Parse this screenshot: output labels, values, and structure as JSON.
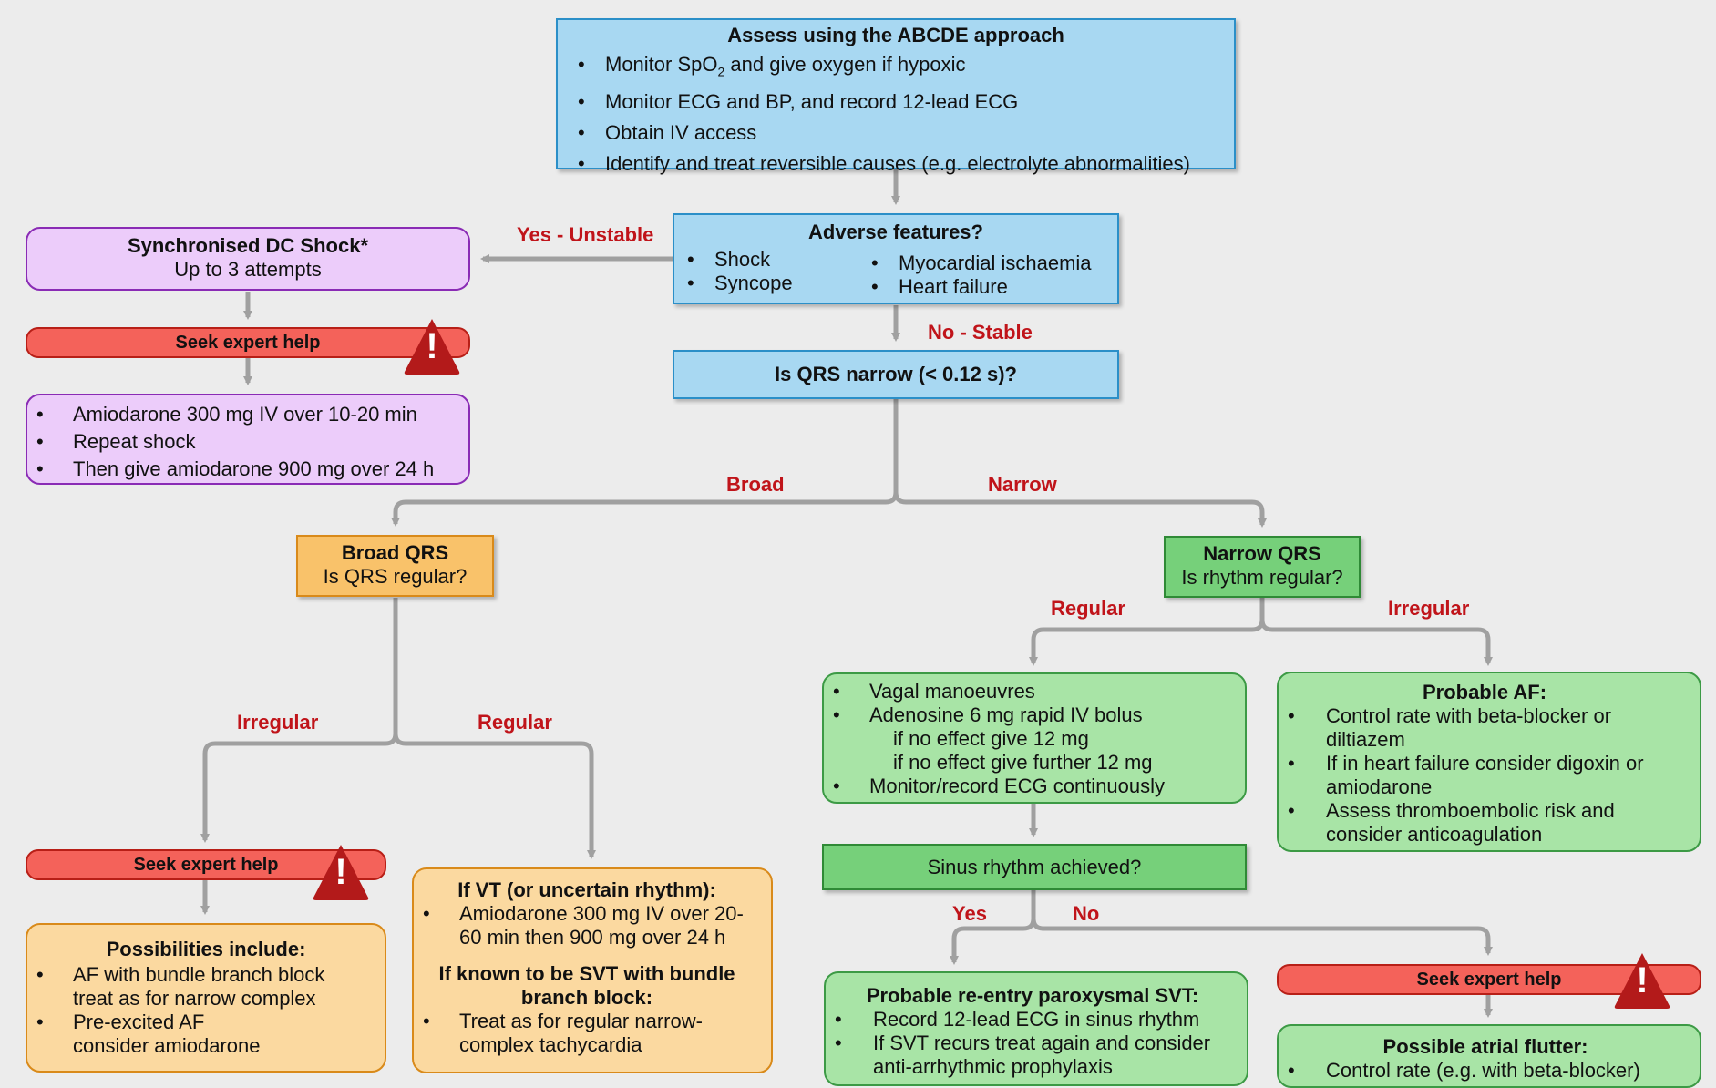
{
  "assess": {
    "title": "Assess using the ABCDE approach",
    "items": [
      {
        "pre": "Monitor SpO",
        "sub": "2",
        "post": " and give oxygen if hypoxic"
      },
      "Monitor ECG and BP, and record 12-lead ECG",
      "Obtain IV access",
      "Identify and treat reversible causes (e.g. electrolyte abnormalities)"
    ]
  },
  "adverse": {
    "title": "Adverse features?",
    "col1": [
      "Shock",
      "Syncope"
    ],
    "col2": [
      "Myocardial ischaemia",
      "Heart failure"
    ]
  },
  "qrs_question": "Is QRS narrow (< 0.12 s)?",
  "shock": {
    "title": "Synchronised DC Shock*",
    "subtitle": "Up to 3 attempts"
  },
  "seek_help": "Seek expert help",
  "warning_glyph": "!",
  "amiodarone": [
    "Amiodarone 300 mg IV over 10-20 min",
    "Repeat shock",
    "Then give amiodarone 900 mg over 24 h"
  ],
  "labels": {
    "yes_unstable": "Yes - Unstable",
    "no_stable": "No - Stable",
    "broad": "Broad",
    "narrow": "Narrow",
    "irregular": "Irregular",
    "regular": "Regular",
    "yes": "Yes",
    "no": "No"
  },
  "broad_qrs": {
    "title": "Broad QRS",
    "subtitle": "Is QRS regular?"
  },
  "narrow_qrs": {
    "title": "Narrow QRS",
    "subtitle": "Is rhythm regular?"
  },
  "possibilities": {
    "title": "Possibilities include:",
    "items": [
      {
        "line1": "AF with bundle branch block",
        "line2": "treat as for narrow complex"
      },
      {
        "line1": "Pre-excited AF",
        "line2": "consider amiodarone"
      }
    ]
  },
  "vt": {
    "title": "If VT (or uncertain rhythm):",
    "item": "Amiodarone 300 mg IV over 20-60 min then 900 mg over 24 h",
    "title2": "If known to be SVT with bundle branch block:",
    "item2": "Treat as for regular narrow-complex tachycardia"
  },
  "vagal": {
    "item1": "Vagal manoeuvres",
    "item2": "Adenosine 6 mg rapid IV bolus",
    "sub1": "if no effect give 12 mg",
    "sub2": "if no effect give further 12 mg",
    "item3": "Monitor/record ECG continuously"
  },
  "af": {
    "title": "Probable AF:",
    "items": [
      "Control rate with beta-blocker or diltiazem",
      "If in heart failure consider digoxin or amiodarone",
      "Assess thromboembolic risk and consider anticoagulation"
    ]
  },
  "sinus": "Sinus rhythm achieved?",
  "svt": {
    "title": "Probable re-entry paroxysmal SVT:",
    "items": [
      "Record 12-lead ECG in sinus rhythm",
      "If SVT recurs treat again and consider anti-arrhythmic prophylaxis"
    ]
  },
  "flutter": {
    "title": "Possible atrial flutter:",
    "items": [
      "Control rate (e.g. with beta-blocker)"
    ]
  },
  "colors": {
    "line": "#a0a0a0",
    "label": "#c0141a",
    "warning": "#b31a1a"
  }
}
